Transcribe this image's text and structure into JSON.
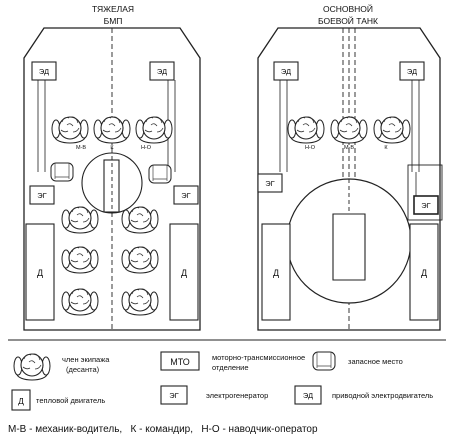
{
  "left_vehicle": {
    "title_line1": "ТЯЖЕЛАЯ",
    "title_line2": "БМП",
    "engine_drive_tag_l": "ЭД",
    "engine_drive_tag_r": "ЭД",
    "crew_tag_1": "М-В",
    "crew_tag_2": "К",
    "crew_tag_3": "Н-О",
    "generator_tag_l": "ЭГ",
    "generator_tag_r": "ЭГ",
    "engine_tag_l": "Д",
    "engine_tag_r": "Д"
  },
  "right_vehicle": {
    "title_line1": "ОСНОВНОЙ",
    "title_line2": "БОЕВОЙ ТАНК",
    "engine_drive_tag_l": "ЭД",
    "engine_drive_tag_r": "ЭД",
    "crew_tag_1": "Н-О",
    "crew_tag_2": "М-В",
    "crew_tag_3": "К",
    "generator_tag_l": "ЭГ",
    "generator_tag_r": "ЭГ",
    "engine_tag_l": "Д",
    "engine_tag_r": "Д"
  },
  "legend": {
    "crew_line1": "член экипажа",
    "crew_line2": "(десанта)",
    "mto_tag": "МТО",
    "mto_line1": "моторно-трансмиссионное",
    "mto_line2": "отделение",
    "spare_seat": "запасное место",
    "engine_tag": "Д",
    "engine_text": "тепловой двигатель",
    "generator_tag": "ЭГ",
    "generator_text": "электрогенератор",
    "drive_tag": "ЭД",
    "drive_text": "приводной электродвигатель"
  },
  "footnote": "М-В - механик-водитель,   К - командир,   Н-О - наводчик-оператор"
}
